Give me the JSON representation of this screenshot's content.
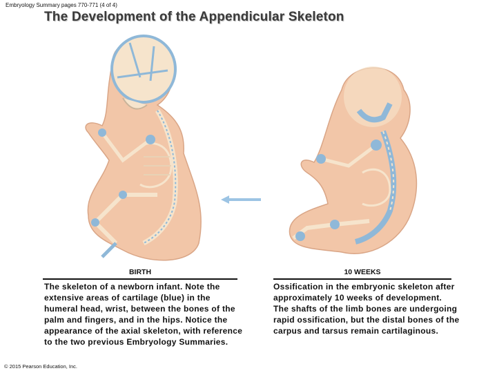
{
  "header": "Embryology Summary pages 770-771 (4 of 4)",
  "title": "The Development of the Appendicular Skeleton",
  "panels": {
    "birth": {
      "label": "BIRTH",
      "caption": "The skeleton of a newborn infant. Note the extensive areas of cartilage (blue) in the humeral head, wrist, between the bones of the palm and fingers, and in the hips. Notice the appearance of the axial skeleton, with reference to the two previous Embryology Summaries."
    },
    "weeks10": {
      "label": "10 WEEKS",
      "caption": "Ossification in the embryonic skeleton after approximately 10 weeks of development. The shafts of the limb bones are undergoing rapid ossification, but the distal bones of the carpus and tarsus remain cartilaginous."
    }
  },
  "copyright": "© 2015 Pearson Education, Inc.",
  "colors": {
    "skin": "#f2c6a8",
    "bone": "#f6e4cc",
    "cartilage": "#8fb8d8",
    "arrow": "#9cc4e4"
  },
  "icons": {
    "arrow": "left-arrow-icon"
  }
}
